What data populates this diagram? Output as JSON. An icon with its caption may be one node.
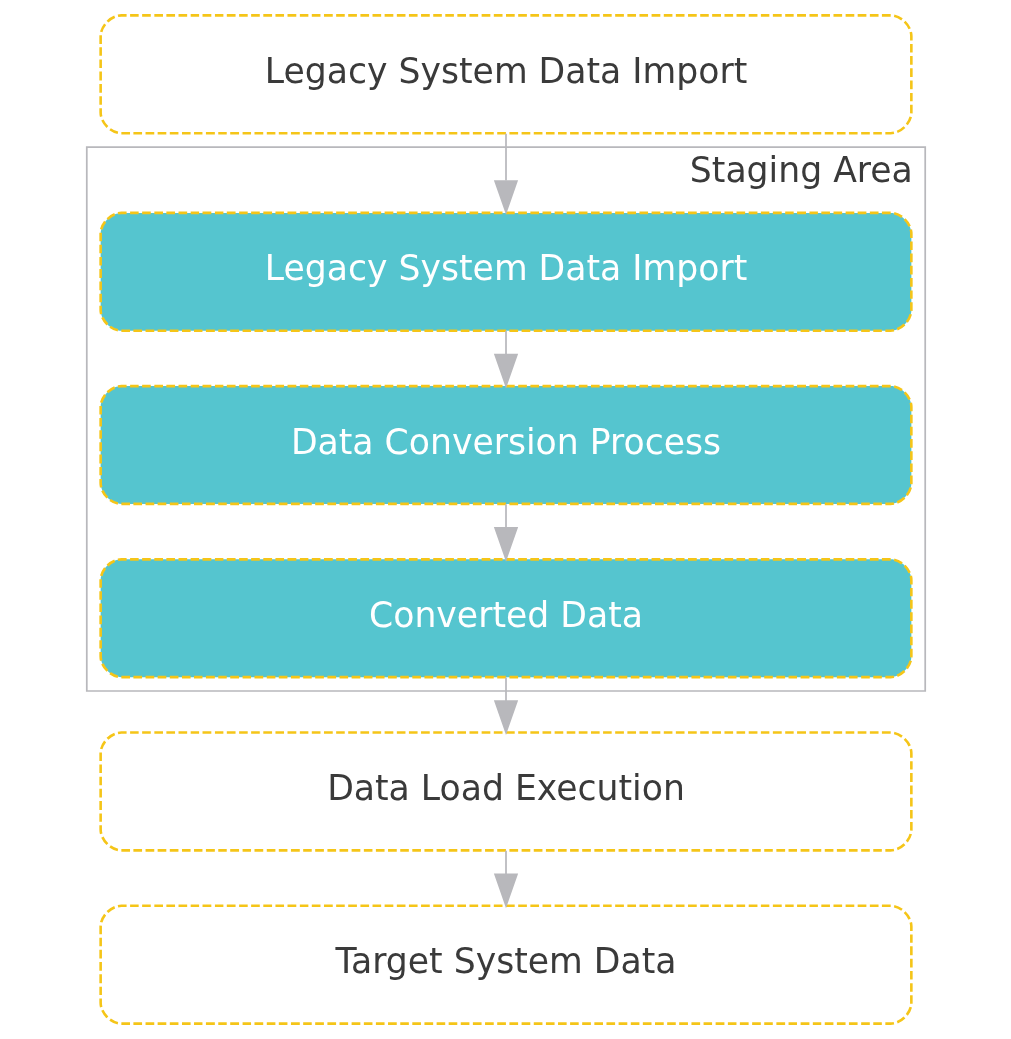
{
  "diagram": {
    "nodes": [
      {
        "text": [
          "Legacy System Data Import"
        ]
      },
      {
        "text": [
          "Staging Area"
        ]
      },
      {
        "text": [
          "Legacy System Data Import"
        ],
        "in": 1
      },
      {
        "text": [
          "Data Conversion Process"
        ],
        "in": 1
      },
      {
        "text": [
          "Converted Data"
        ],
        "in": 1
      },
      {
        "text": [
          "Data Load Execution"
        ]
      },
      {
        "text": [
          "Target System Data"
        ]
      }
    ],
    "edges": [
      {
        "from": 0,
        "to": 2,
        "arrow": "to"
      },
      {
        "from": 2,
        "to": 3,
        "arrow": "to"
      },
      {
        "from": 3,
        "to": 4,
        "arrow": "to"
      },
      {
        "from": 4,
        "to": 5,
        "arrow": "to"
      },
      {
        "from": 5,
        "to": 6,
        "arrow": "to"
      }
    ]
  }
}
